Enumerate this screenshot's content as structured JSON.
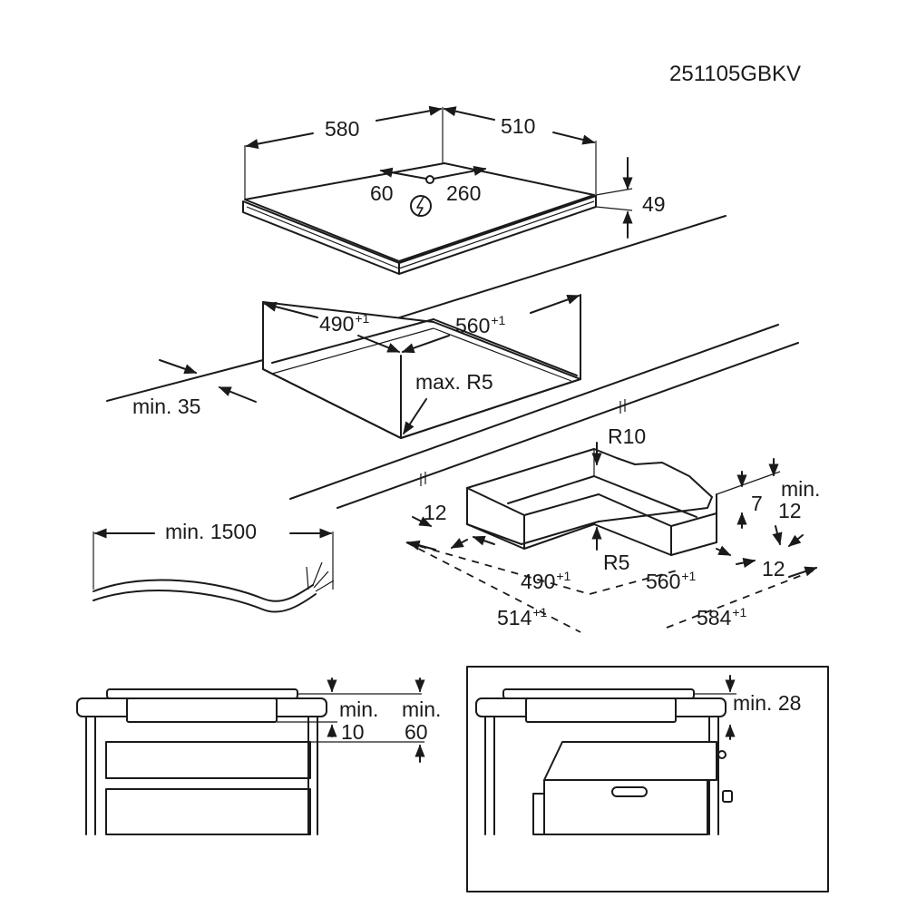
{
  "diagram": {
    "code": "251105GBKV",
    "hob": {
      "width": "580",
      "depth": "510",
      "height": "49",
      "connection_x": "60",
      "connection_y": "260",
      "power_icon": "lightning-circle-icon"
    },
    "cutout": {
      "width": "490",
      "width_tol": "+1",
      "depth": "560",
      "depth_tol": "+1",
      "radius": "max. R5",
      "min_front": "min. 35"
    },
    "cable": {
      "length": "min. 1500"
    },
    "frame": {
      "corner_radius": "R10",
      "inner_radius": "R5",
      "side_gap": "12",
      "min_label": "min.",
      "min_value": "12",
      "height": "7",
      "back_gap": "12",
      "inner_width": "490",
      "inner_width_tol": "+1",
      "inner_depth": "560",
      "inner_depth_tol": "+1",
      "outer_width": "514",
      "outer_width_tol": "+1",
      "outer_depth": "584",
      "outer_depth_tol": "+1"
    },
    "section_drawer": {
      "min_label_a": "min.",
      "min_value_a": "10",
      "min_label_b": "min.",
      "min_value_b": "60"
    },
    "section_oven": {
      "clearance": "min. 28"
    }
  }
}
